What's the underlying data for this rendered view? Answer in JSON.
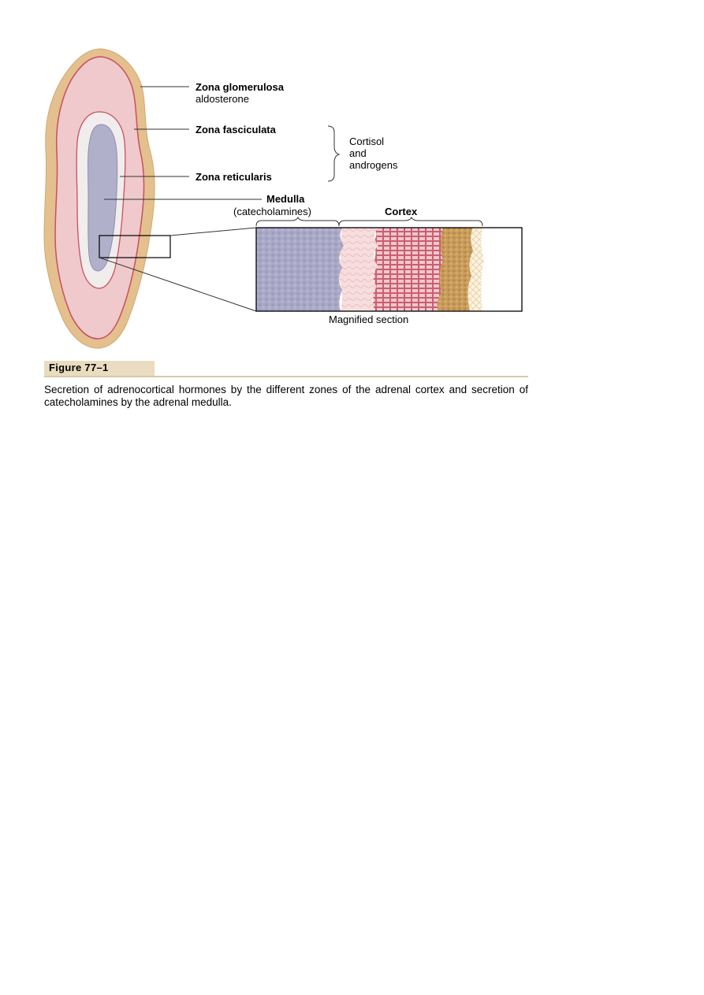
{
  "labels": {
    "zona_glomerulosa": "Zona glomerulosa",
    "aldosterone": "aldosterone",
    "zona_fasciculata": "Zona fasciculata",
    "zona_reticularis": "Zona reticularis",
    "cortisol": "Cortisol",
    "and": "and",
    "androgens": "androgens",
    "medulla": "Medulla",
    "catecholamines": "(catecholamines)",
    "cortex": "Cortex",
    "magnified_section": "Magnified section"
  },
  "figure": {
    "title": "Figure 77–1",
    "caption": "Secretion of adrenocortical hormones by the different zones of the adrenal cortex and secretion of catecholamines by the adrenal medulla."
  },
  "colors": {
    "capsule": "#e4c08e",
    "glomerulosa": "#efc9cc",
    "zone_line": "#c8505f",
    "reticularis": "#f1eded",
    "medulla": "#b1b0cb",
    "cells_red": "#d77b8a",
    "cells_tan": "#c9a060"
  }
}
